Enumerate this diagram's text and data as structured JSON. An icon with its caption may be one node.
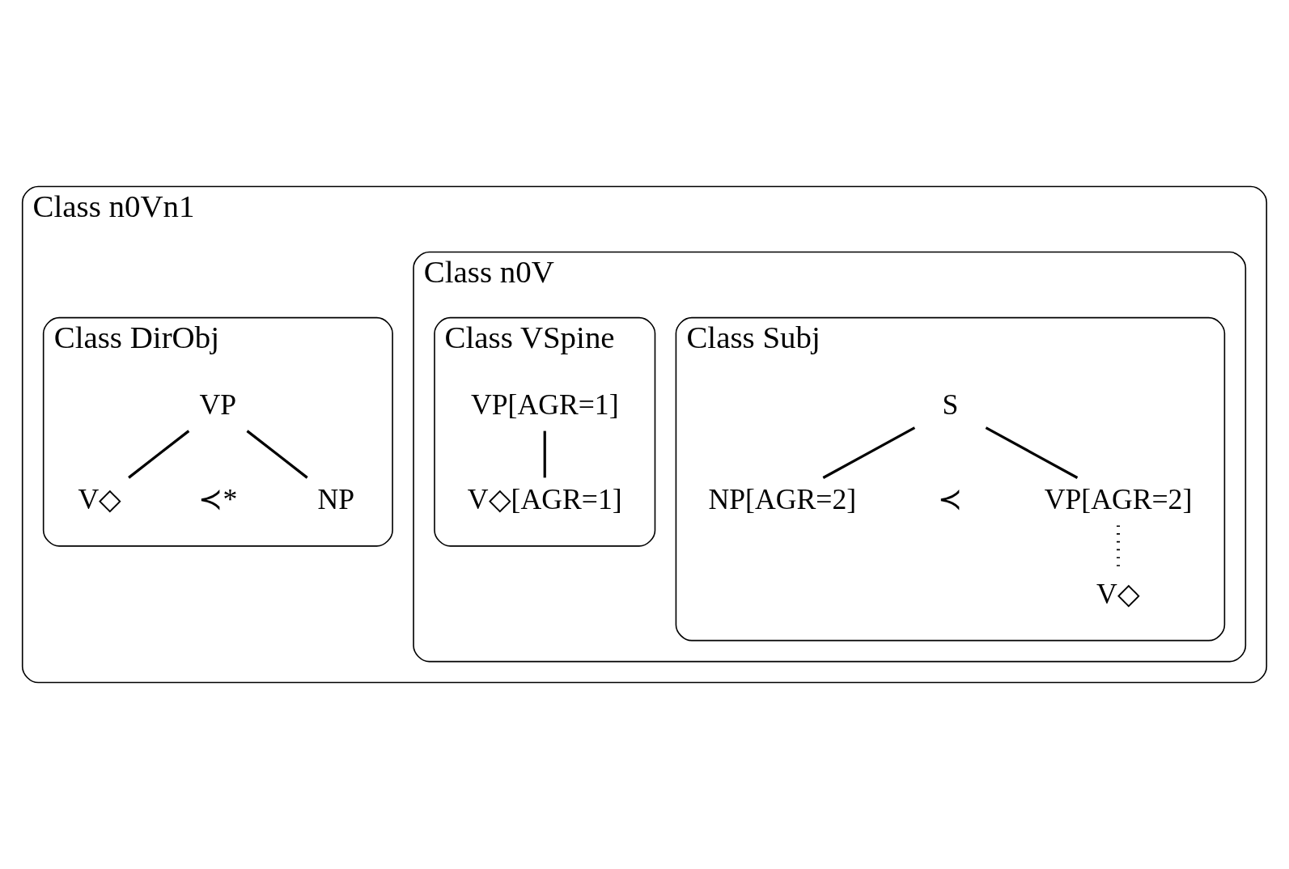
{
  "diagram": {
    "nodes": [
      {
        "text": [
          "Class n0Vn1"
        ]
      },
      {
        "text": [
          "Class n0V"
        ],
        "in": 0
      },
      {
        "text": [
          "Class Subj"
        ],
        "in": 1
      },
      {
        "text": [
          "S"
        ],
        "in": 2
      },
      {
        "text": [
          "NP[AGR=2]"
        ],
        "in": 2
      },
      {
        "text": [
          "VP[AGR=2]"
        ],
        "in": 2
      },
      {
        "text": [
          "V◇"
        ],
        "in": 2
      },
      {
        "text": [
          "Class VSpine"
        ],
        "in": 1
      },
      {
        "text": [
          "VP[AGR=1]"
        ],
        "in": 7
      },
      {
        "text": [
          "V◇[AGR=1]"
        ],
        "in": 7
      },
      {
        "text": [
          "Class DirObj"
        ],
        "in": 0
      },
      {
        "text": [
          "VP"
        ],
        "in": 10
      },
      {
        "text": [
          "V◇"
        ],
        "in": 10
      },
      {
        "text": [
          "NP"
        ],
        "in": 10
      }
    ],
    "edges": [
      {
        "from": 3,
        "to": 4,
        "arrow": "none"
      },
      {
        "from": 3,
        "to": 5,
        "arrow": "none"
      },
      {
        "from": 5,
        "to": 6,
        "arrow": "none",
        "style": "dashed"
      },
      {
        "from": 8,
        "to": 9,
        "arrow": "none"
      },
      {
        "from": 11,
        "to": 12,
        "arrow": "none"
      },
      {
        "from": 11,
        "to": 13,
        "arrow": "none"
      }
    ],
    "labels": [
      "≺",
      "≺*"
    ]
  }
}
